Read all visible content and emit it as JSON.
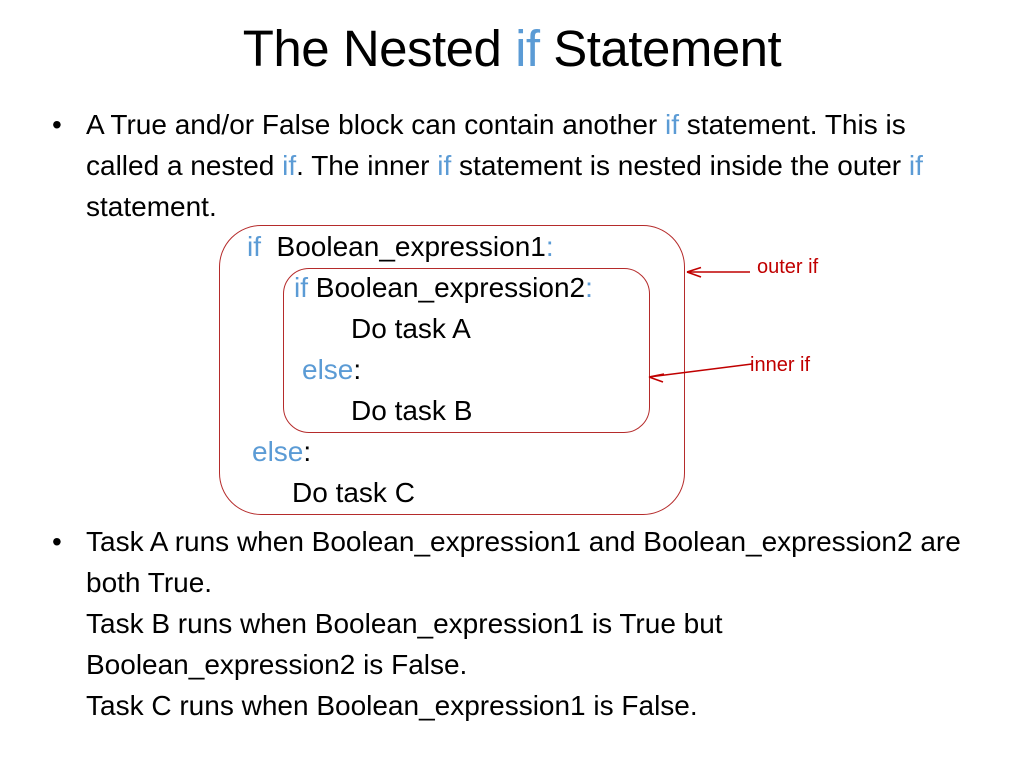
{
  "slide": {
    "title_parts": [
      {
        "text": "The Nested ",
        "style": "plain"
      },
      {
        "text": "if",
        "style": "keyword"
      },
      {
        "text": " Statement",
        "style": "plain"
      }
    ],
    "title_plain": "The Nested if Statement"
  },
  "bullets": [
    {
      "marker": "•",
      "text": "A True and/or False block can contain another if statement. This is called a nested if. The inner if statement is nested inside the outer if statement.",
      "segments": [
        {
          "text": "A True and/or False block can contain another ",
          "style": "plain"
        },
        {
          "text": "if",
          "style": "keyword"
        },
        {
          "text": " statement. This is called a nested ",
          "style": "plain"
        },
        {
          "text": "if",
          "style": "keyword"
        },
        {
          "text": ". The inner ",
          "style": "plain"
        },
        {
          "text": "if",
          "style": "keyword"
        },
        {
          "text": " statement is nested inside the outer ",
          "style": "plain"
        },
        {
          "text": "if",
          "style": "keyword"
        },
        {
          "text": " statement.",
          "style": "plain"
        }
      ]
    },
    {
      "marker": "•",
      "text": "Task A runs when Boolean_expression1  and Boolean_expression2 are both True.\nTask B runs when Boolean_expression1 is True  but Boolean_expression2 is False.\nTask C runs when Boolean_expression1 is False.",
      "lines": [
        "Task A runs when Boolean_expression1  and Boolean_expression2 are both True.",
        "Task B runs when Boolean_expression1 is True  but Boolean_expression2 is False.",
        "Task C runs when Boolean_expression1 is False."
      ]
    }
  ],
  "code_block": {
    "lines": [
      {
        "id": "line-if-outer",
        "plain": "if  Boolean_expression1:",
        "segments": [
          {
            "text": "if",
            "style": "keyword"
          },
          {
            "text": "  Boolean_expression1",
            "style": "plain"
          },
          {
            "text": ":",
            "style": "keyword"
          }
        ]
      },
      {
        "id": "line-if-inner",
        "plain": "if Boolean_expression2:",
        "segments": [
          {
            "text": "if",
            "style": "keyword"
          },
          {
            "text": " Boolean_expression2",
            "style": "plain"
          },
          {
            "text": ":",
            "style": "keyword"
          }
        ]
      },
      {
        "id": "line-task-a",
        "plain": "Do task A",
        "segments": [
          {
            "text": "Do task A",
            "style": "plain"
          }
        ]
      },
      {
        "id": "line-else-inner",
        "plain": "else:",
        "segments": [
          {
            "text": "else",
            "style": "keyword"
          },
          {
            "text": ":",
            "style": "plain"
          }
        ]
      },
      {
        "id": "line-task-b",
        "plain": "Do task B",
        "segments": [
          {
            "text": "Do task B",
            "style": "plain"
          }
        ]
      },
      {
        "id": "line-else-outer",
        "plain": "else:",
        "segments": [
          {
            "text": "else",
            "style": "keyword"
          },
          {
            "text": ":",
            "style": "plain"
          }
        ]
      },
      {
        "id": "line-task-c",
        "plain": "Do task C",
        "segments": [
          {
            "text": "Do task C",
            "style": "plain"
          }
        ]
      }
    ]
  },
  "annotations": [
    {
      "id": "outer-if",
      "label": "outer if"
    },
    {
      "id": "inner-if",
      "label": "inner if"
    }
  ],
  "colors": {
    "keyword_blue": "#5B9BD5",
    "annotation_red": "#C00000",
    "box_border_red": "#B52B2B",
    "text_black": "#000000",
    "background": "#FFFFFF"
  }
}
